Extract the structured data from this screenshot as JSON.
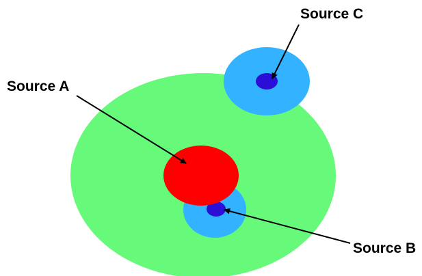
{
  "labels": {
    "source_a": "Source A",
    "source_b": "Source B",
    "source_c": "Source C"
  },
  "colors": {
    "background": "#ffffff",
    "large_region": "#66f97a",
    "source_a_fill": "#ff0000",
    "halo_fill": "#33b3ff",
    "core_fill": "#2c0fd6",
    "arrow": "#000000"
  }
}
